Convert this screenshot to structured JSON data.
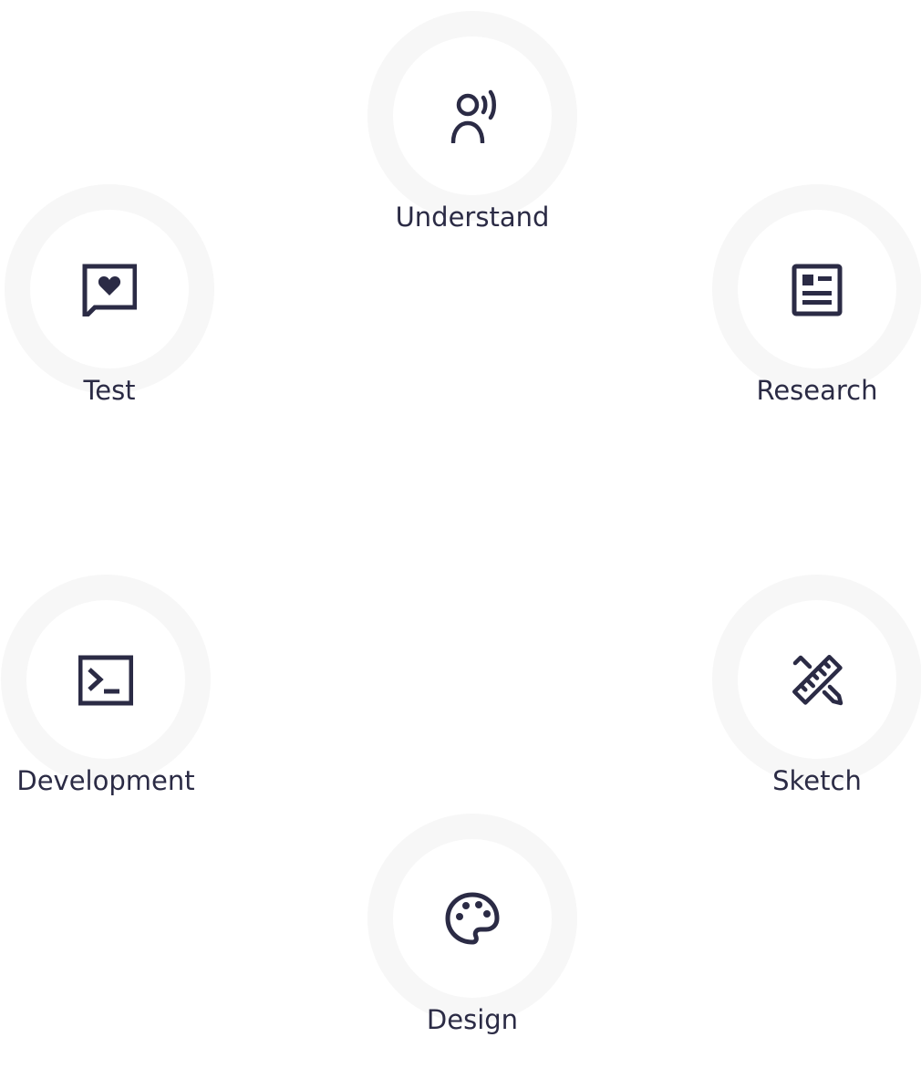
{
  "colors": {
    "ink": "#2b2b45",
    "ring": "#f7f7f7",
    "background": "#ffffff"
  },
  "steps": [
    {
      "label": "Understand",
      "icon": "person-speaking-icon"
    },
    {
      "label": "Research",
      "icon": "newspaper-icon"
    },
    {
      "label": "Sketch",
      "icon": "ruler-pencil-icon"
    },
    {
      "label": "Design",
      "icon": "palette-icon"
    },
    {
      "label": "Development",
      "icon": "terminal-icon"
    },
    {
      "label": "Test",
      "icon": "chat-heart-icon"
    }
  ]
}
